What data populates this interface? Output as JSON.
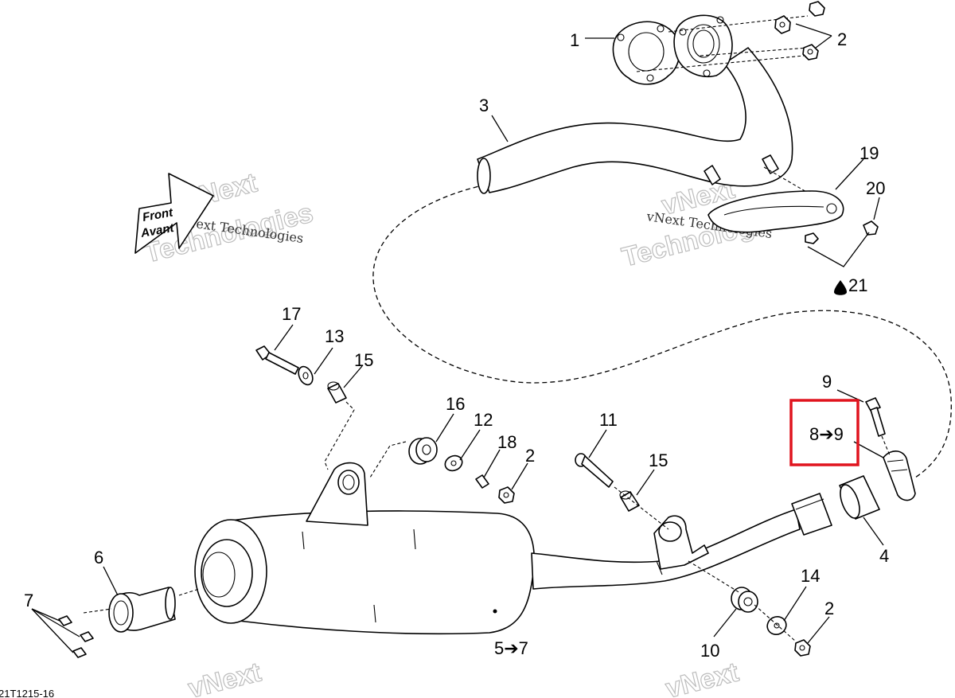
{
  "figure_code": "21T1215-16",
  "front_arrow": {
    "line1": "Front",
    "line2": "Avant"
  },
  "watermarks": [
    {
      "small": "vNext Technologies",
      "big_line1": "vNext",
      "big_line2": "Technologies"
    }
  ],
  "callouts": {
    "c1": "1",
    "c2a": "2",
    "c2b": "2",
    "c2c": "2",
    "c3": "3",
    "c4": "4",
    "c5": "5➔7",
    "c6": "6",
    "c7": "7",
    "c8": "8➔9",
    "c9": "9",
    "c10": "10",
    "c11": "11",
    "c12": "12",
    "c13": "13",
    "c14": "14",
    "c15a": "15",
    "c15b": "15",
    "c16": "16",
    "c17": "17",
    "c18": "18",
    "c19": "19",
    "c20": "20",
    "c21": "21"
  },
  "highlight": {
    "color": "#e0141e",
    "target": "8➔9"
  },
  "icons": {
    "c21_prefix": "drop-icon"
  }
}
